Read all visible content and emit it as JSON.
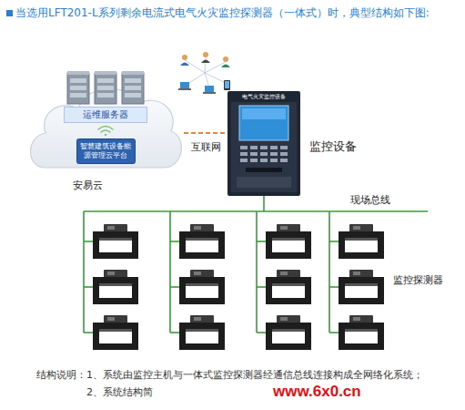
{
  "diagram": {
    "title": "当选用LFT201-L系列剩余电流式电气火灾监控探测器（一体式）时，典型结构如下图:",
    "caption": "结构说明：1、系统由监控主机与一体式监控探测器经通信总线连接构成全网络化系统；",
    "nodes": [
      {
        "text": [
          "安易云"
        ]
      },
      {
        "text": [
          "运维服务器"
        ],
        "in": 0
      },
      {
        "text": [
          "智慧建筑设备能源管理云平台"
        ],
        "in": 0
      },
      {
        "text": [
          "电气火灾监控设备",
          "监控设备"
        ]
      }
    ],
    "edges": [
      {
        "from": 0,
        "to": 3,
        "label": "互联网",
        "arrow": "none"
      }
    ],
    "labels": [
      "现场总线",
      "监控探测器",
      "2、系统结构简",
      "www.6x0.cn"
    ]
  }
}
